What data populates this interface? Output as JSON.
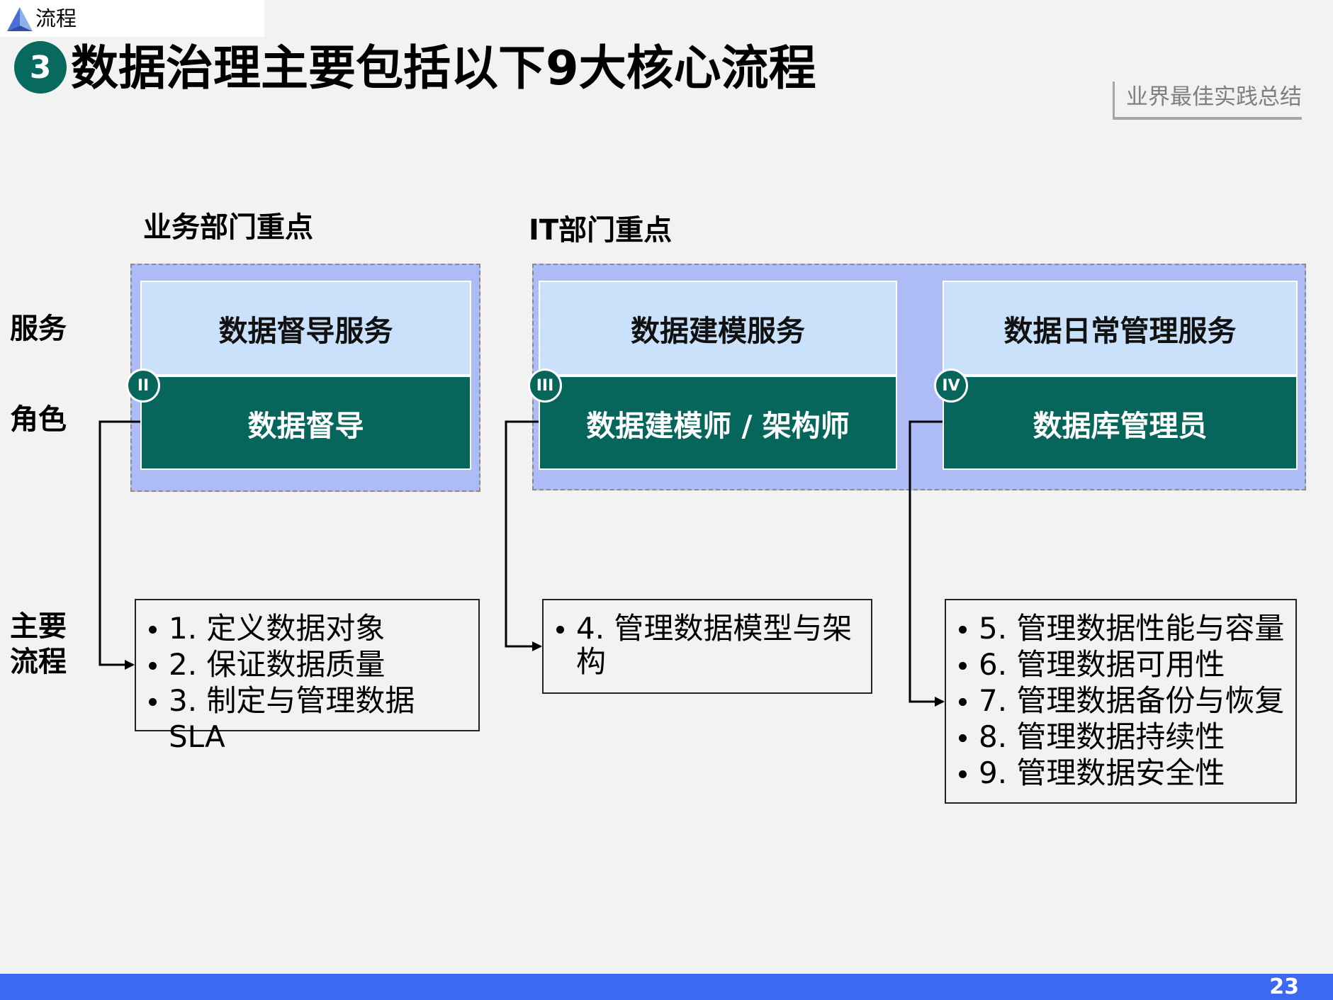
{
  "header": {
    "tag_label": "流程",
    "title_badge": "3",
    "title": "数据治理主要包括以下9大核心流程",
    "best_practice_label": "业界最佳实践总结"
  },
  "sections": {
    "business": "业务部门重点",
    "it": "IT部门重点"
  },
  "row_labels": {
    "service": "服务",
    "role": "角色",
    "process": [
      "主要",
      "流程"
    ]
  },
  "columns": [
    {
      "numeral": "II",
      "service": "数据督导服务",
      "role": "数据督导",
      "processes": [
        "1. 定义数据对象",
        "2. 保证数据质量",
        "3. 制定与管理数据SLA"
      ]
    },
    {
      "numeral": "III",
      "service": "数据建模服务",
      "role": "数据建模师 / 架构师",
      "processes": [
        "4. 管理数据模型与架",
        "构"
      ]
    },
    {
      "numeral": "IV",
      "service": "数据日常管理服务",
      "role": "数据库管理员",
      "processes": [
        "5. 管理数据性能与容量",
        "6. 管理数据可用性",
        "7. 管理数据备份与恢复",
        "8. 管理数据持续性",
        "9. 管理数据安全性"
      ]
    }
  ],
  "footer": {
    "page_number": "23"
  },
  "colors": {
    "teal": "#07665c",
    "light_blue": "#c9e1fa",
    "dept_blue": "#adbcf7",
    "footer_blue": "#3d68f2"
  }
}
